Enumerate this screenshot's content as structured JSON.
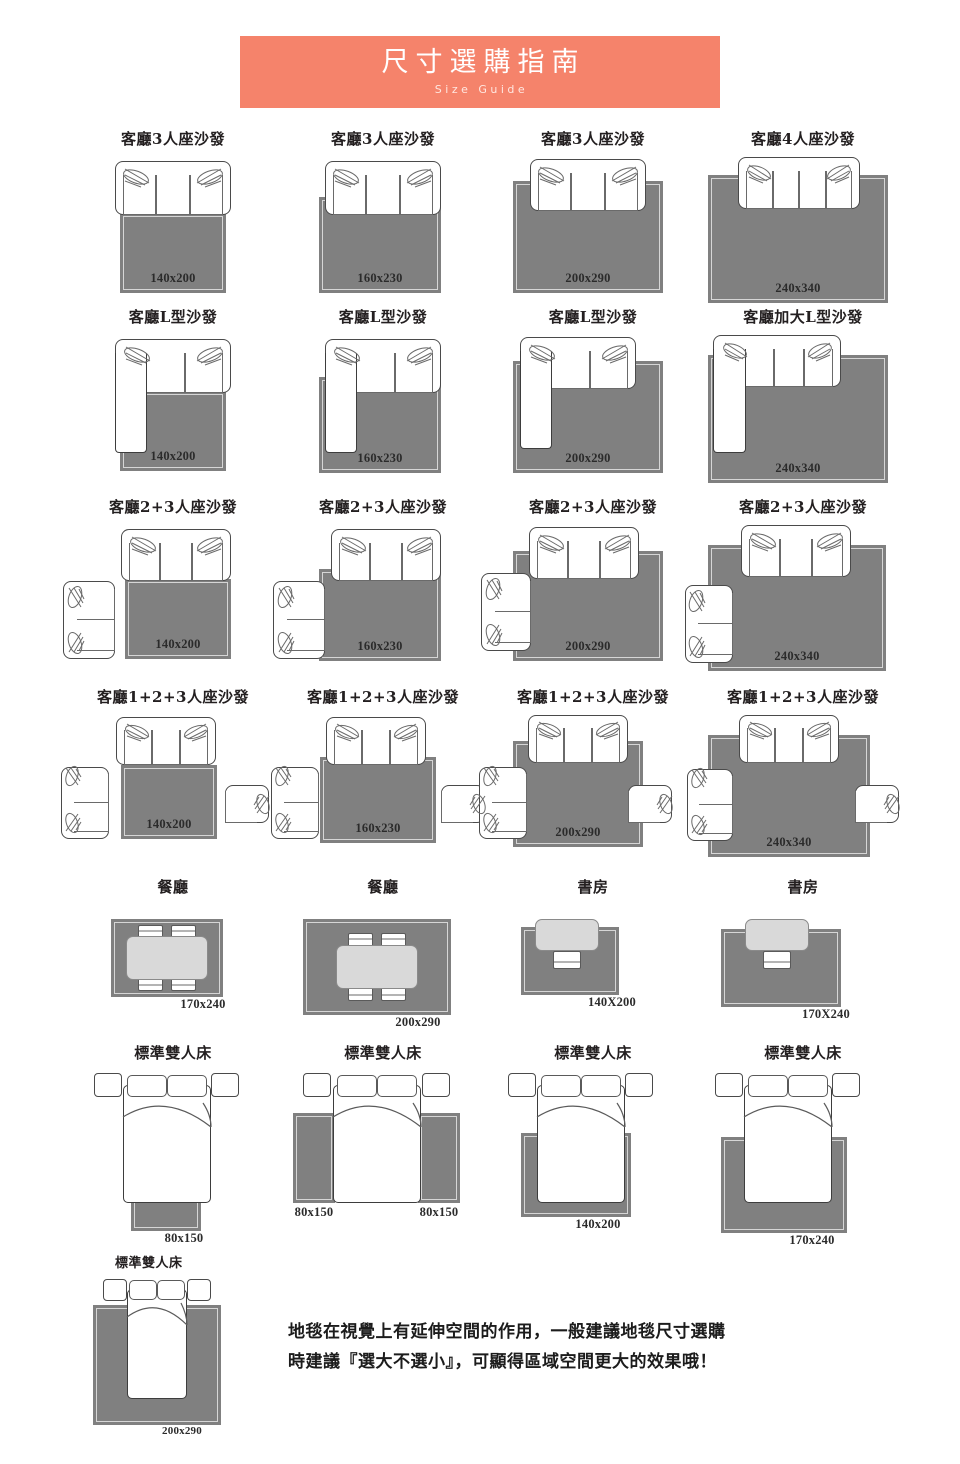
{
  "banner": {
    "title": "尺寸選購指南",
    "subtitle": "Size Guide",
    "bg_color": "#f5836b",
    "text_color": "#ffffff"
  },
  "colors": {
    "rug_fill": "#808080",
    "rug_inner_border": "#d6d6d6",
    "furniture_outline": "#4a4a4a",
    "table_fill": "#d9d9d9",
    "page_bg": "#ffffff"
  },
  "rows": [
    {
      "row_id": "living-3seat",
      "cells": [
        {
          "title": "客廳3人座沙發",
          "size": "140x200",
          "furniture": "sofa-3seat"
        },
        {
          "title": "客廳3人座沙發",
          "size": "160x230",
          "furniture": "sofa-3seat"
        },
        {
          "title": "客廳3人座沙發",
          "size": "200x290",
          "furniture": "sofa-3seat"
        },
        {
          "title": "客廳4人座沙發",
          "size": "240x340",
          "furniture": "sofa-4seat"
        }
      ]
    },
    {
      "row_id": "living-lshape",
      "cells": [
        {
          "title": "客廳L型沙發",
          "size": "140x200",
          "furniture": "sofa-l"
        },
        {
          "title": "客廳L型沙發",
          "size": "160x230",
          "furniture": "sofa-l"
        },
        {
          "title": "客廳L型沙發",
          "size": "200x290",
          "furniture": "sofa-l"
        },
        {
          "title": "客廳加大L型沙發",
          "size": "240x340",
          "furniture": "sofa-l-large"
        }
      ]
    },
    {
      "row_id": "living-2plus3",
      "cells": [
        {
          "title": "客廳2+3人座沙發",
          "size": "140x200",
          "furniture": "sofa-2plus3"
        },
        {
          "title": "客廳2+3人座沙發",
          "size": "160x230",
          "furniture": "sofa-2plus3"
        },
        {
          "title": "客廳2+3人座沙發",
          "size": "200x290",
          "furniture": "sofa-2plus3"
        },
        {
          "title": "客廳2+3人座沙發",
          "size": "240x340",
          "furniture": "sofa-2plus3"
        }
      ]
    },
    {
      "row_id": "living-1plus2plus3",
      "cells": [
        {
          "title": "客廳1+2+3人座沙發",
          "size": "140x200",
          "furniture": "sofa-1plus2plus3"
        },
        {
          "title": "客廳1+2+3人座沙發",
          "size": "160x230",
          "furniture": "sofa-1plus2plus3"
        },
        {
          "title": "客廳1+2+3人座沙發",
          "size": "200x290",
          "furniture": "sofa-1plus2plus3"
        },
        {
          "title": "客廳1+2+3人座沙發",
          "size": "240x340",
          "furniture": "sofa-1plus2plus3"
        }
      ]
    },
    {
      "row_id": "dining-study",
      "cells": [
        {
          "title": "餐廳",
          "size": "170x240",
          "furniture": "dining-table"
        },
        {
          "title": "餐廳",
          "size": "200x290",
          "furniture": "dining-table"
        },
        {
          "title": "書房",
          "size": "140X200",
          "furniture": "desk"
        },
        {
          "title": "書房",
          "size": "170X240",
          "furniture": "desk"
        }
      ]
    },
    {
      "row_id": "bedroom",
      "cells": [
        {
          "title": "標準雙人床",
          "size": "80x150",
          "furniture": "bed-foot-runner"
        },
        {
          "title": "標準雙人床",
          "size": "80x150",
          "size_left": "80x150",
          "size_right": "80x150",
          "furniture": "bed-side-runners"
        },
        {
          "title": "標準雙人床",
          "size": "140x200",
          "furniture": "bed-under-rug"
        },
        {
          "title": "標準雙人床",
          "size": "170x240",
          "furniture": "bed-under-rug"
        }
      ]
    }
  ],
  "final_cell": {
    "title": "標準雙人床",
    "size": "200x290",
    "furniture": "bed-under-rug"
  },
  "note": {
    "line1": "地毯在視覺上有延伸空間的作用，一般建議地毯尺寸選購",
    "line2": "時建議『選大不選小』，可顯得區域空間更大的效果哦！"
  }
}
